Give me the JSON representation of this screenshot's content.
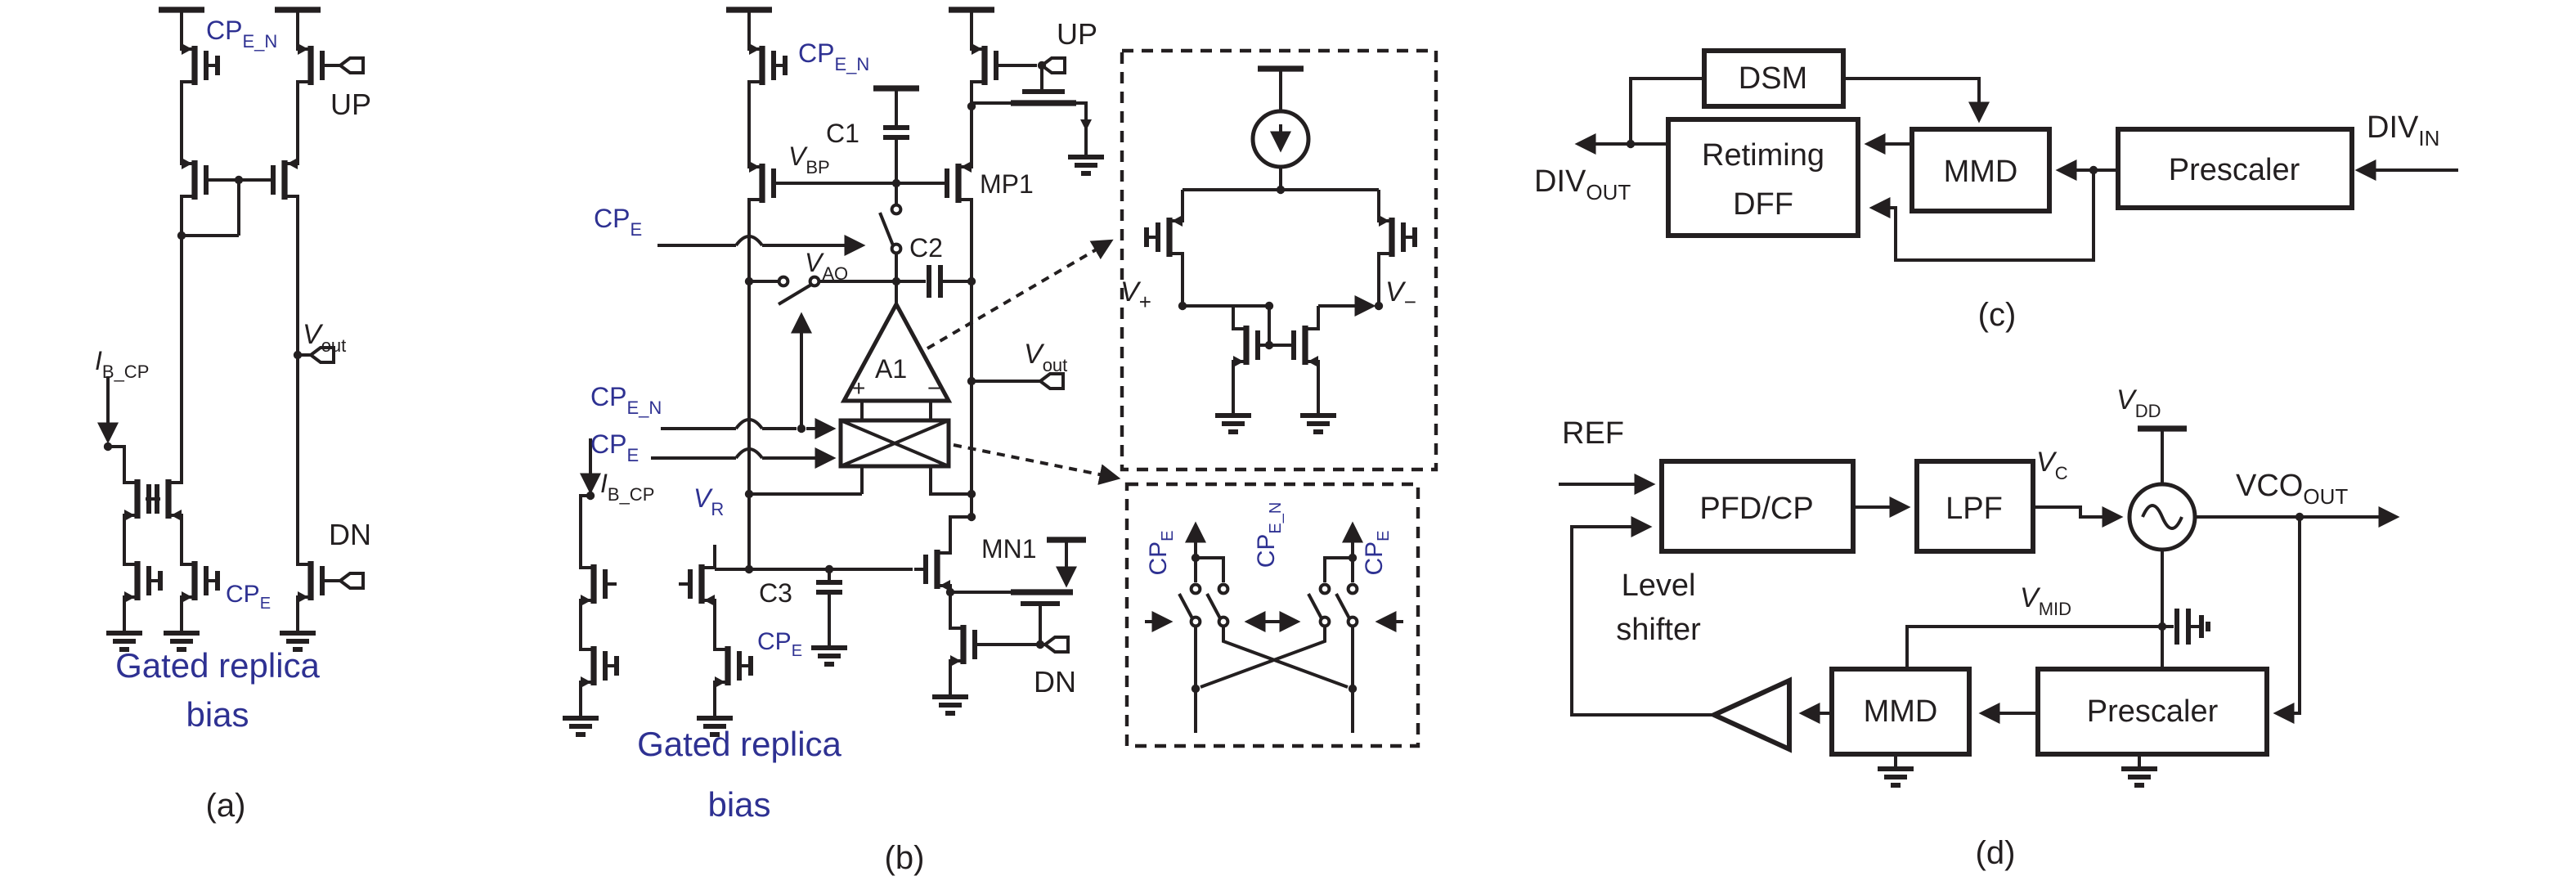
{
  "colors": {
    "accent_blue": "#2e3192",
    "line_black": "#231f20",
    "background": "#ffffff"
  },
  "panel_a": {
    "caption": "(a)",
    "cp_en": {
      "main": "CP",
      "sub": "E_N"
    },
    "up": "UP",
    "vout": {
      "main": "V",
      "sub": "out"
    },
    "ib": {
      "main": "I",
      "sub": "B_CP"
    },
    "cpe": {
      "main": "CP",
      "sub": "E"
    },
    "dn": "DN",
    "gated1": "Gated replica",
    "gated2": "bias"
  },
  "panel_b": {
    "caption": "(b)",
    "cp_en_top": {
      "main": "CP",
      "sub": "E_N"
    },
    "vbp": {
      "main": "V",
      "sub": "BP"
    },
    "c1": "C1",
    "mp1": "MP1",
    "up": "UP",
    "cpe_switch": {
      "main": "CP",
      "sub": "E"
    },
    "vao": {
      "main": "V",
      "sub": "AO"
    },
    "c2": "C2",
    "a1": "A1",
    "plus": "+",
    "minus": "−",
    "vout": {
      "main": "V",
      "sub": "out"
    },
    "cp_en_ch": {
      "main": "CP",
      "sub": "E_N"
    },
    "cpe_ch": {
      "main": "CP",
      "sub": "E"
    },
    "ib": {
      "main": "I",
      "sub": "B_CP"
    },
    "vr": {
      "main": "V",
      "sub": "R"
    },
    "c3": "C3",
    "cpe_bias": {
      "main": "CP",
      "sub": "E"
    },
    "mn1": "MN1",
    "dn": "DN",
    "gated1": "Gated replica",
    "gated2": "bias"
  },
  "inset_amp": {
    "vplus": {
      "main": "V",
      "sub": "+"
    },
    "vminus": {
      "main": "V",
      "sub": "−"
    }
  },
  "inset_chopper": {
    "cpe_left": {
      "main": "CP",
      "sub": "E"
    },
    "cpen_mid": {
      "main": "CP",
      "sub": "E_N"
    },
    "cpe_right": {
      "main": "CP",
      "sub": "E"
    }
  },
  "panel_c": {
    "caption": "(c)",
    "dsm": "DSM",
    "retiming1": "Retiming",
    "retiming2": "DFF",
    "mmd": "MMD",
    "prescaler": "Prescaler",
    "div_out": {
      "main": "DIV",
      "sub": "OUT"
    },
    "div_in": {
      "main": "DIV",
      "sub": "IN"
    }
  },
  "panel_d": {
    "caption": "(d)",
    "ref": "REF",
    "pfdcp": "PFD/CP",
    "lpf": "LPF",
    "vc": {
      "main": "V",
      "sub": "C"
    },
    "vdd": {
      "main": "V",
      "sub": "DD"
    },
    "vco_out": {
      "main": "VCO",
      "sub": "OUT"
    },
    "vmid": {
      "main": "V",
      "sub": "MID"
    },
    "level1": "Level",
    "level2": "shifter",
    "mmd": "MMD",
    "prescaler": "Prescaler"
  }
}
